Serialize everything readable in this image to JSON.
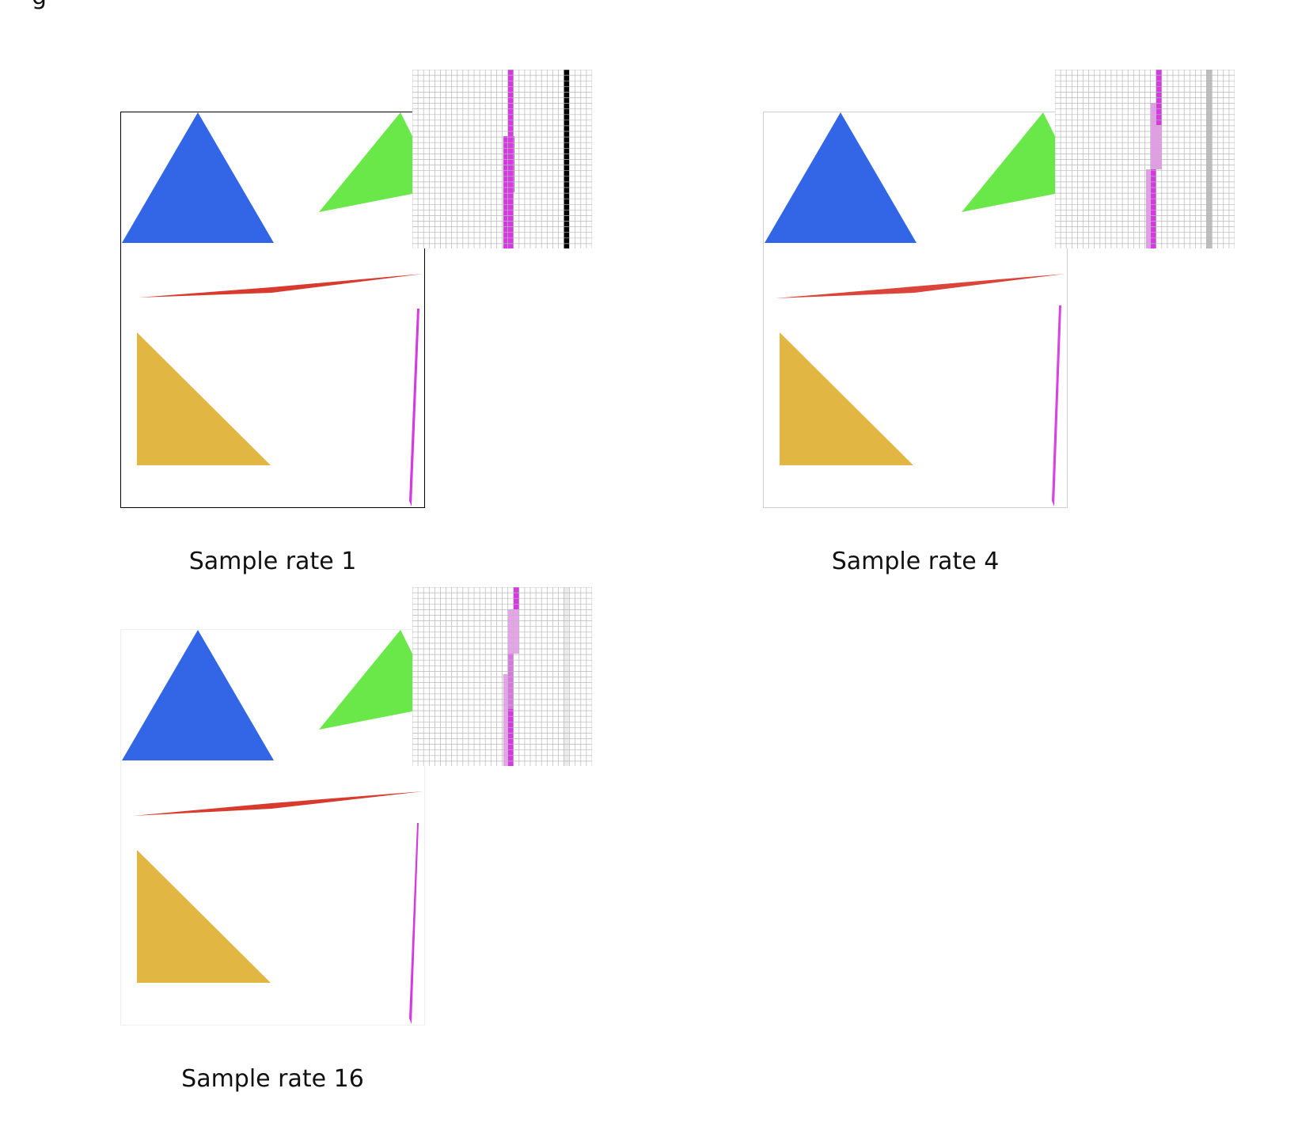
{
  "header": {
    "text": "g"
  },
  "figures": [
    {
      "caption": "Sample rate 1"
    },
    {
      "caption": "Sample rate 4"
    },
    {
      "caption": "Sample rate 16"
    }
  ],
  "colors": {
    "blue_triangle": "#3366e6",
    "green_triangle": "#6ae84a",
    "red_sliver": "#d93a2e",
    "yellow_triangle": "#e2b642",
    "magenta_sliver": "#d43ae0",
    "grid_line": "#b8b8b8"
  }
}
